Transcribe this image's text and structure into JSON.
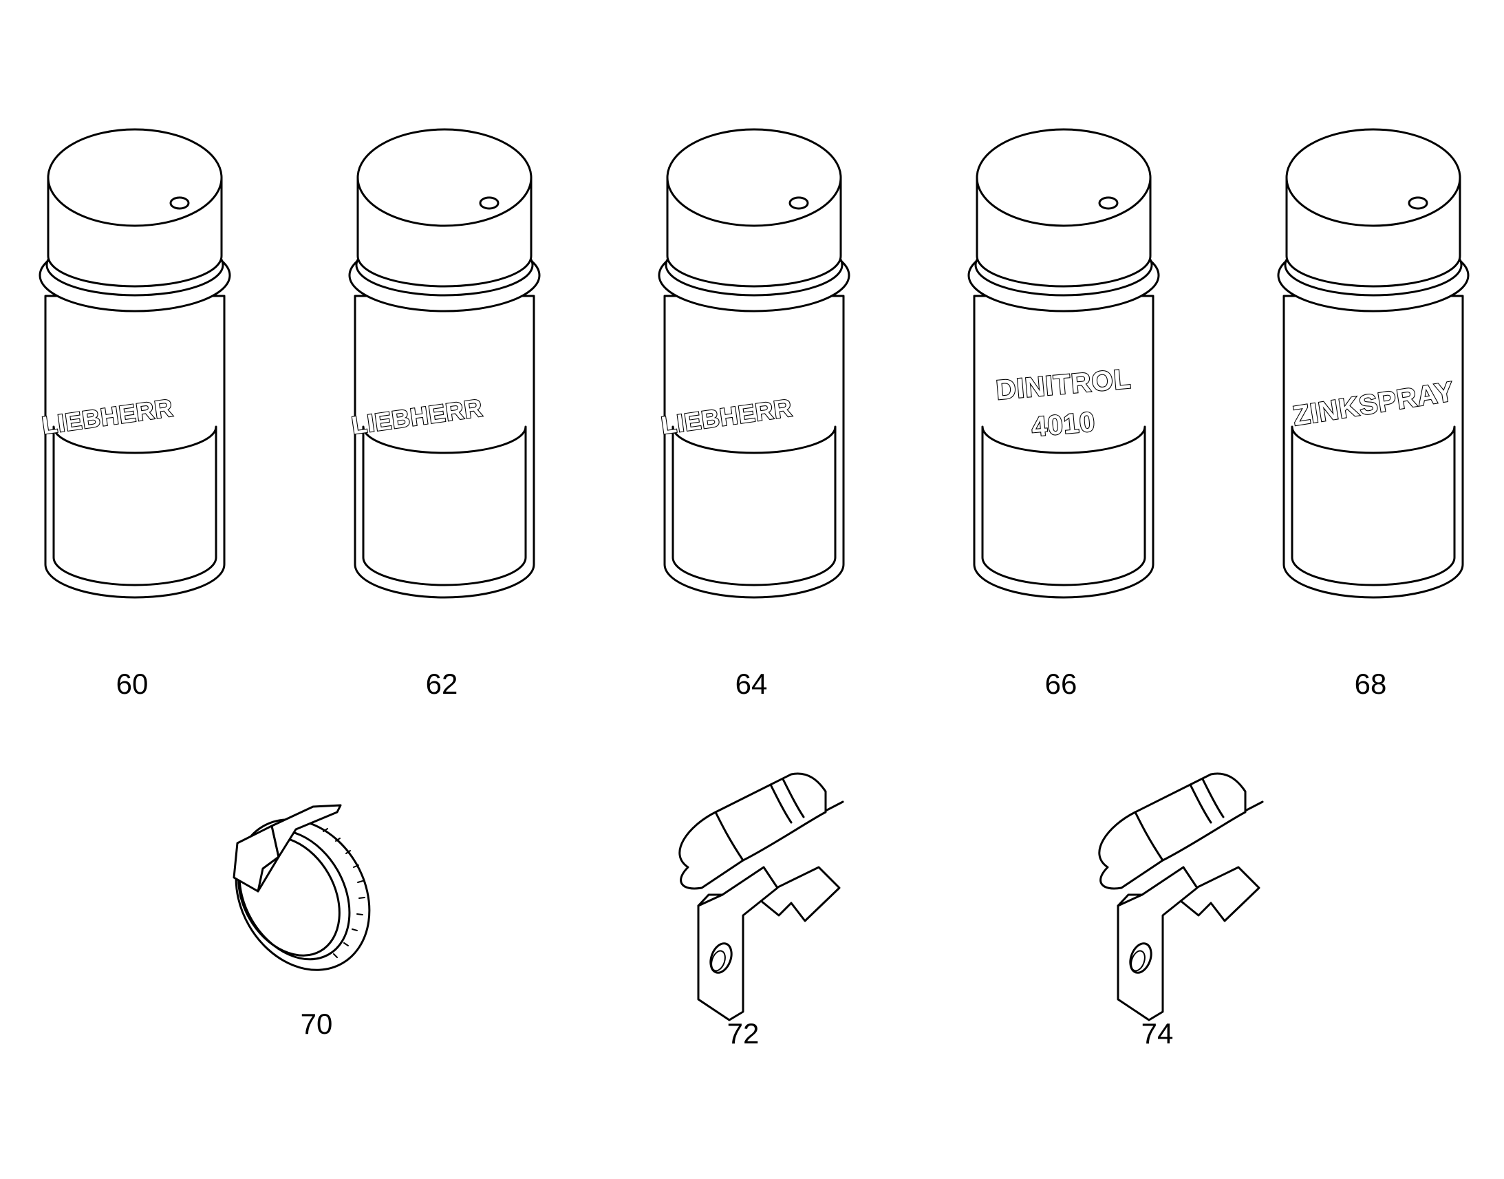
{
  "cans": [
    {
      "number": "60",
      "label": "LIEBHERR"
    },
    {
      "number": "62",
      "label": "LIEBHERR"
    },
    {
      "number": "64",
      "label": "LIEBHERR"
    },
    {
      "number": "66",
      "label": "DINITROL",
      "label2": "4010"
    },
    {
      "number": "68",
      "label": "ZINKSPRAY"
    }
  ],
  "parts": [
    {
      "number": "70"
    },
    {
      "number": "72"
    },
    {
      "number": "74"
    }
  ]
}
